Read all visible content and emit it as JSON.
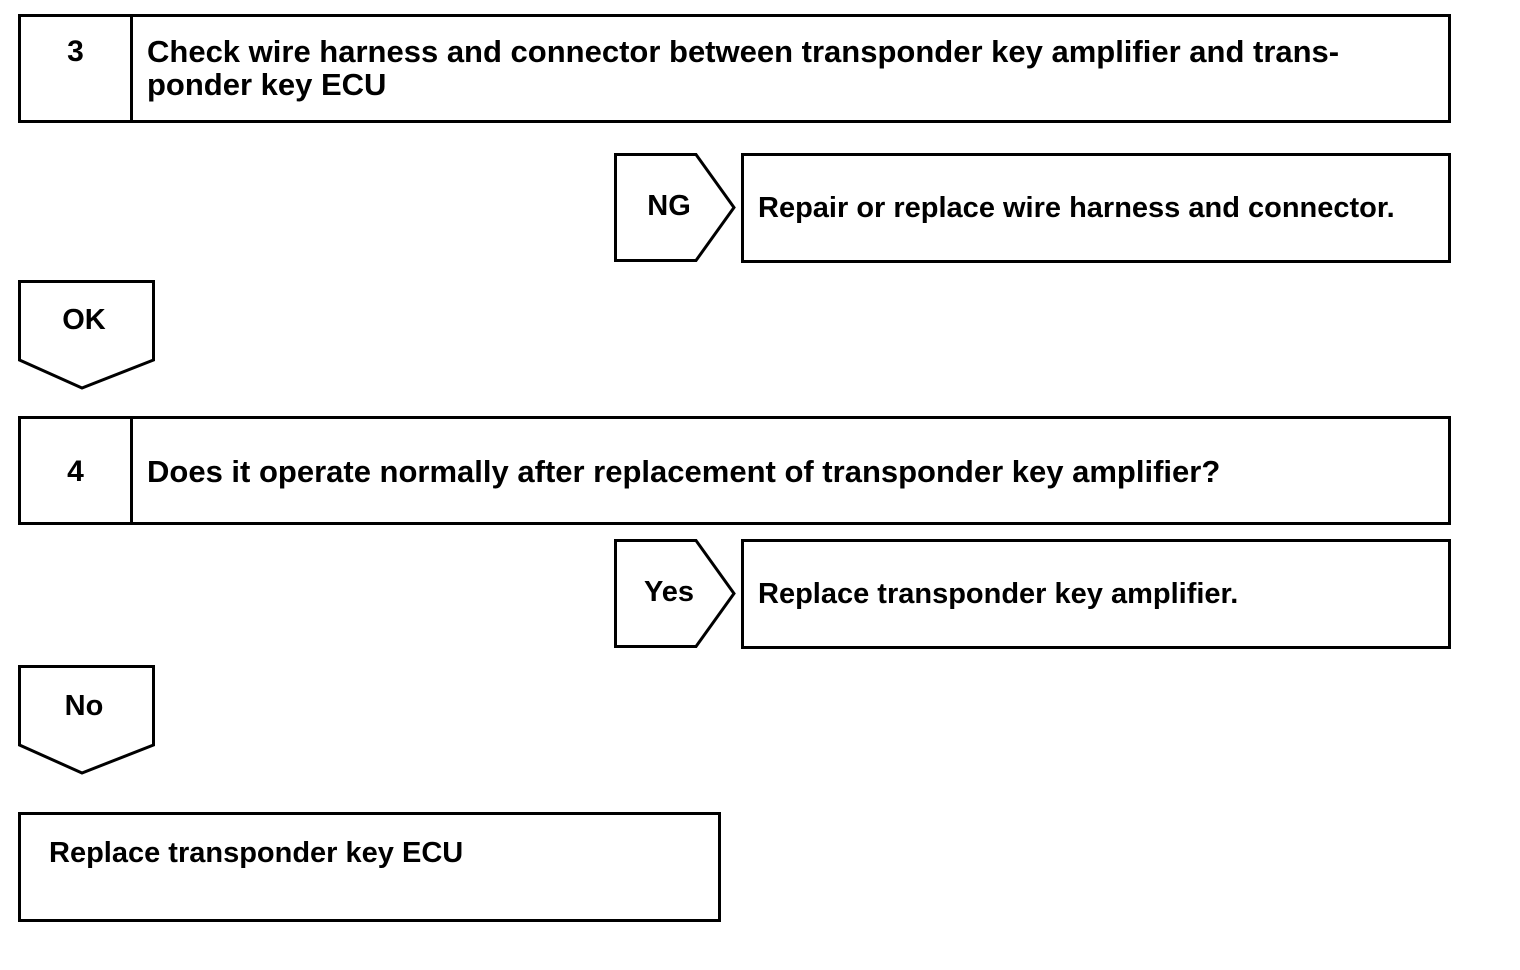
{
  "steps": [
    {
      "number": "3",
      "text": "Check wire harness and connector between transponder key amplifier and trans- ponder key ECU"
    },
    {
      "number": "4",
      "text": "Does it operate normally after replacement of transponder key amplifier?"
    }
  ],
  "branches": [
    {
      "label": "NG",
      "action": "Repair or replace wire harness and connector."
    },
    {
      "label": "Yes",
      "action": "Replace transponder key amplifier."
    }
  ],
  "flows": [
    {
      "label": "OK"
    },
    {
      "label": "No"
    }
  ],
  "final": {
    "text": "Replace transponder key ECU"
  },
  "colors": {
    "line": "#000000",
    "background": "#ffffff"
  }
}
